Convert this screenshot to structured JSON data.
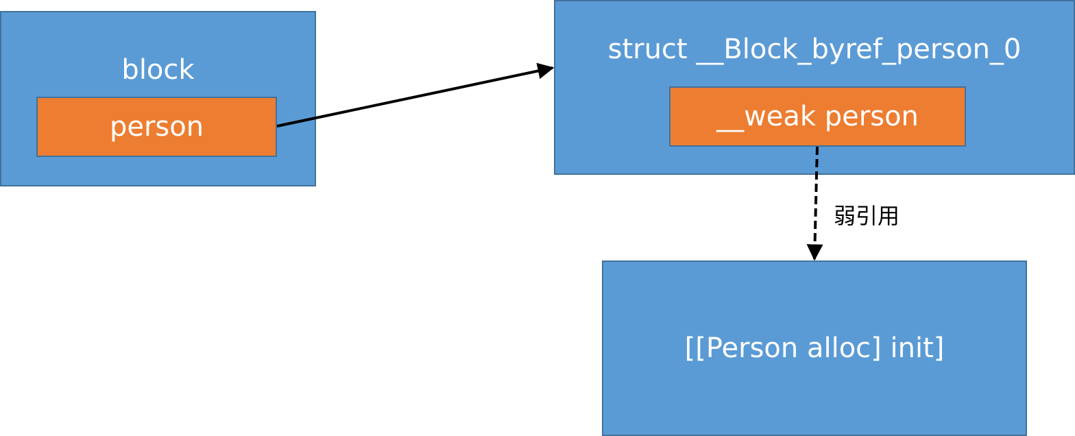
{
  "nodes": {
    "block": {
      "title": "block",
      "field": "person"
    },
    "struct": {
      "title": "struct __Block_byref_person_0",
      "field": "__weak person"
    },
    "person_object": {
      "label": "[[Person alloc] init]"
    }
  },
  "edges": {
    "weak_reference_label": "弱引用"
  },
  "colors": {
    "container_fill": "#5b9bd5",
    "container_border": "#41719c",
    "field_fill": "#ed7d31",
    "arrow": "#000000"
  }
}
